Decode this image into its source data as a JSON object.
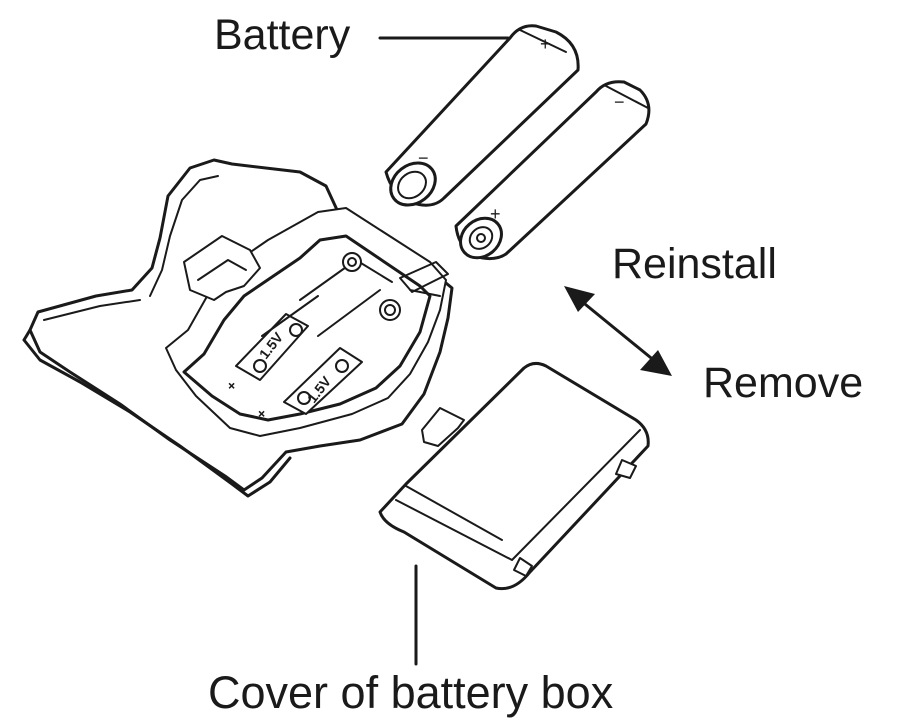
{
  "labels": {
    "battery": "Battery",
    "reinstall": "Reinstall",
    "remove": "Remove",
    "cover": "Cover of battery box"
  },
  "battery_marks": {
    "plus": "+",
    "minus": "−"
  },
  "compartment_marks": {
    "cell_voltage": "1.5V"
  },
  "colors": {
    "line": "#1a1a1a",
    "background": "#ffffff"
  }
}
